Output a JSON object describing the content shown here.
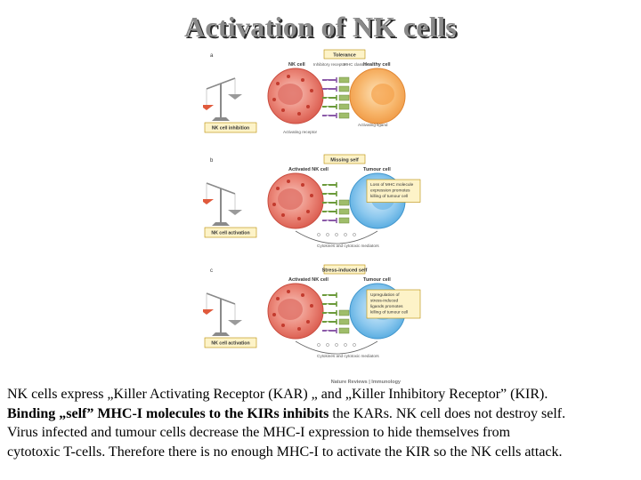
{
  "title": "Activation of NK cells",
  "figure": {
    "source": "Nature Reviews | Immunology",
    "panels": [
      {
        "letter": "a",
        "scenario": "Tolerance",
        "left_cell": "NK cell",
        "right_cell": "Healthy cell",
        "balance_label": "NK cell inhibition",
        "labels": [
          "Inhibitory receptor",
          "MHC class I",
          "Activating ligand",
          "Activating receptor"
        ],
        "note": []
      },
      {
        "letter": "b",
        "scenario": "Missing self",
        "left_cell": "Activated NK cell",
        "right_cell": "Tumour cell",
        "balance_label": "NK cell activation",
        "labels": [
          "Cytokines and cytotoxic mediators"
        ],
        "note": [
          "Loss of MHC molecule",
          "expression promotes",
          "killing of tumour cell"
        ]
      },
      {
        "letter": "c",
        "scenario": "Stress-induced self",
        "left_cell": "Activated NK cell",
        "right_cell": "Tumour cell",
        "balance_label": "NK cell activation",
        "labels": [
          "Cytokines and cytotoxic mediators"
        ],
        "note": [
          "Upregulation of",
          "stress-induced",
          "ligands promotes",
          "killing of tumour cell"
        ]
      }
    ]
  },
  "caption": {
    "line1": "NK cells express „Killer Activating Receptor (KAR) „ and „Killer Inhibitory Receptor”  (KIR).",
    "line2_bold": "Binding „self” MHC-I molecules to the KIRs inhibits",
    "line2_rest": " the KARs. NK cell does not destroy self.",
    "line3": "Virus infected and tumour cells decrease the MHC-I expression to hide themselves from",
    "line4": "cytotoxic T-cells. Therefore there is no enough MHC-I to activate the KIR so the NK cells attack."
  }
}
